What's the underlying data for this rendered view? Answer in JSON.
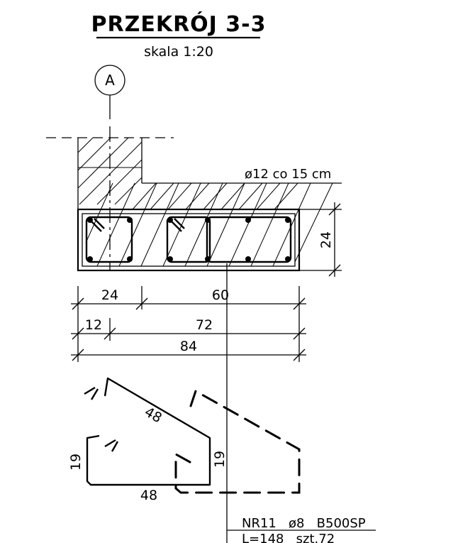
{
  "title": "PRZEKRÓJ 3-3",
  "scale": "skala 1:20",
  "axis_label": "A",
  "reinforcement_label": "ø12 co 15 cm",
  "dimensions": {
    "height": "24",
    "wall_width": "24",
    "slab_width": "60",
    "left_offset": "12",
    "span": "72",
    "total": "84"
  },
  "stirrup_dims": {
    "diagonal_top": "48",
    "side_left": "19",
    "bottom": "48",
    "side_right": "19"
  },
  "bar_spec": {
    "line1": "NR11   ø8   B500SP",
    "line2": "L=148   szt.72"
  }
}
